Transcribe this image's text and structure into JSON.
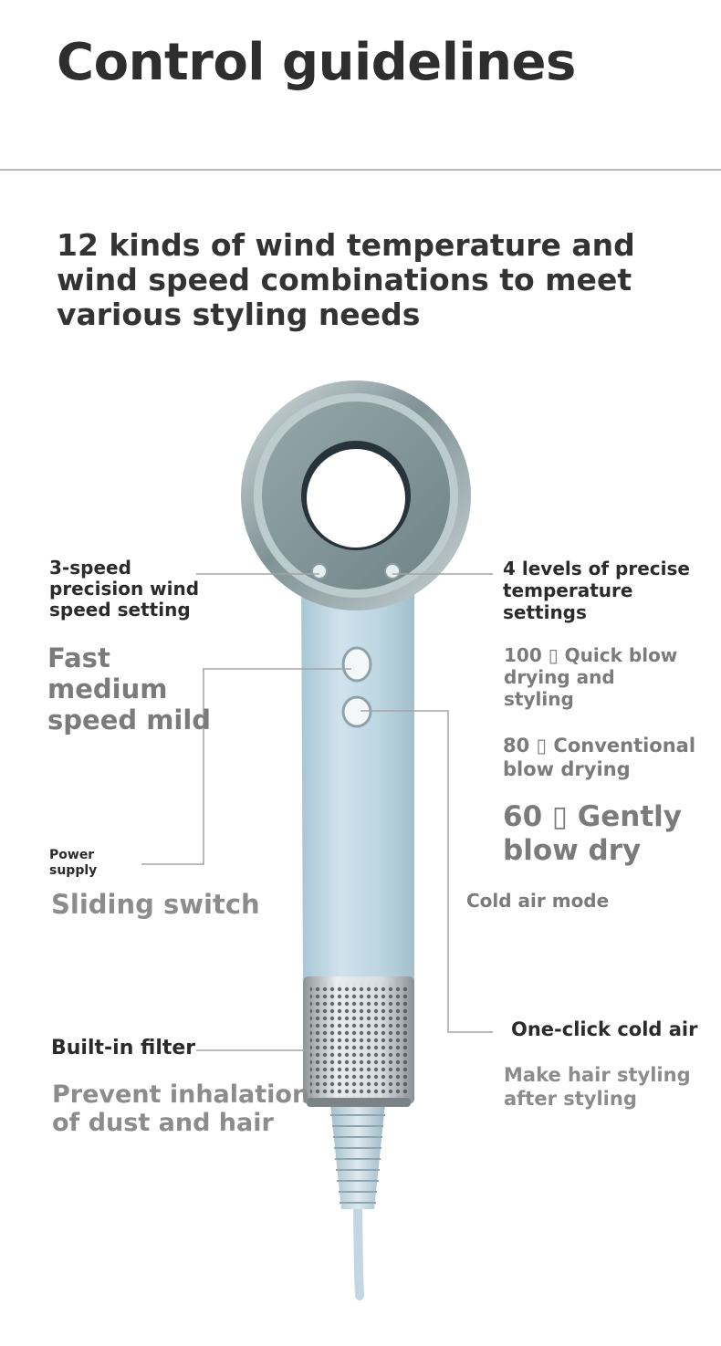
{
  "header": {
    "title": "Control guidelines",
    "subtitle_lines": [
      "12 kinds of wind temperature and",
      "wind speed combinations to meet",
      "various styling needs"
    ]
  },
  "callouts": {
    "speed_setting": {
      "label_lines": [
        "3-speed",
        "precision wind",
        "speed setting"
      ],
      "detail_lines": [
        "Fast",
        "medium",
        "speed mild"
      ]
    },
    "temperature_setting": {
      "label_lines": [
        "4 levels of precise",
        "temperature",
        "settings"
      ],
      "levels": [
        {
          "lines": [
            "100 ▯ Quick blow",
            "drying and",
            "styling"
          ]
        },
        {
          "lines": [
            "80 ▯ Conventional",
            "blow drying"
          ]
        },
        {
          "lines": [
            "60 ▯ Gently",
            "blow dry"
          ]
        }
      ],
      "cold_mode": "Cold air mode"
    },
    "power_supply": {
      "label_lines": [
        "Power",
        "supply"
      ],
      "detail": "Sliding switch"
    },
    "filter": {
      "label": "Built-in filter",
      "detail_lines": [
        "Prevent inhalation",
        "of dust and hair"
      ]
    },
    "cold_air": {
      "label": "One-click cold air",
      "detail_lines": [
        "Make hair styling",
        "after styling"
      ]
    }
  },
  "colors": {
    "body_blue": "#b9d3e0",
    "ring_silver": "#8e9ea2",
    "text_dark": "#2b2b2b",
    "text_gray": "#7b7b7b"
  }
}
